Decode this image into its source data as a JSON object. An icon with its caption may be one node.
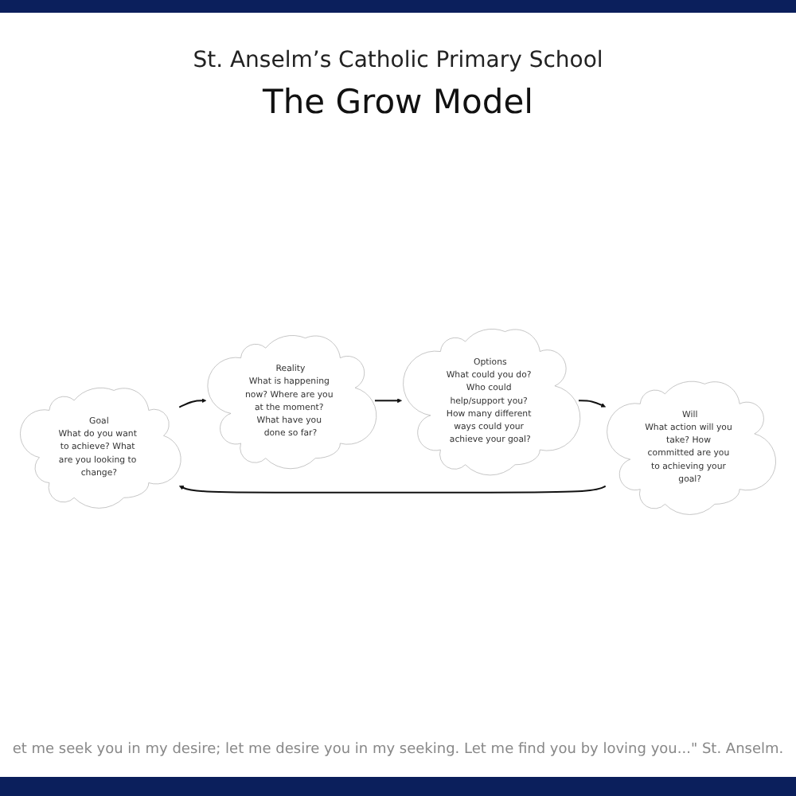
{
  "diagram": {
    "title": "The Grow Model",
    "nodes": [
      {
        "text": [
          "Goal",
          "What do you want to achieve? What are you looking to change?"
        ]
      },
      {
        "text": [
          "Reality",
          "What is happening now? Where are you at the moment? What have you done so far?"
        ]
      },
      {
        "text": [
          "Options",
          "What could you do? Who could help/support you? How many different ways could your achieve your goal?"
        ]
      },
      {
        "text": [
          "Will",
          "What action will you take? How committed are you to achieving your goal?"
        ]
      }
    ],
    "edges": [
      {
        "from": 0,
        "to": 1,
        "arrow": "to"
      },
      {
        "from": 1,
        "to": 2,
        "arrow": "to"
      },
      {
        "from": 2,
        "to": 3,
        "arrow": "to"
      },
      {
        "from": 3,
        "to": 0,
        "arrow": "to"
      }
    ],
    "labels": [
      "St. Anselm’s Catholic Primary School",
      "et me seek you in my desire; let me desire you in my seeking.  Let me find you by loving you...\" St. Anselm."
    ]
  }
}
